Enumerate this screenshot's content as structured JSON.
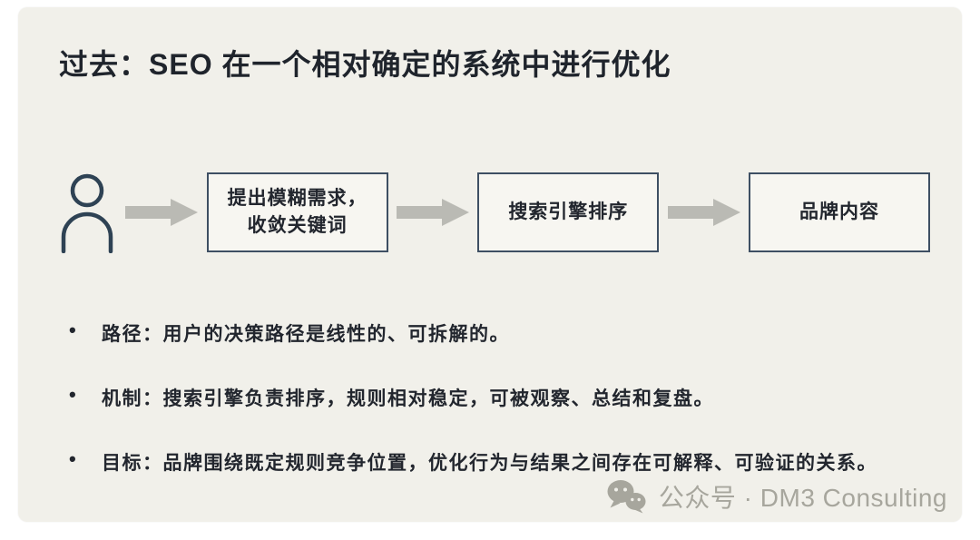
{
  "slide": {
    "title": "过去：SEO 在一个相对确定的系统中进行优化",
    "bullet_char": "•",
    "flow": {
      "steps": [
        {
          "lines": [
            "提出模糊需求，",
            "收敛关键词"
          ]
        },
        {
          "lines": [
            "搜索引擎排序"
          ]
        },
        {
          "lines": [
            "品牌内容"
          ]
        }
      ]
    },
    "bullets": [
      "路径：用户的决策路径是线性的、可拆解的。",
      "机制：搜索引擎负责排序，规则相对稳定，可被观察、总结和复盘。",
      "目标：品牌围绕既定规则竞争位置，优化行为与结果之间存在可解释、可验证的关系。"
    ],
    "watermark": {
      "text": "公众号 · DM3 Consulting"
    },
    "colors": {
      "outer_bg": "#ffffff",
      "card_bg": "#f1f0ea",
      "title_text": "#1f242c",
      "box_border": "#3e4f63",
      "box_bg": "#f7f6f1",
      "arrow": "#babab4",
      "person_icon": "#2e4254",
      "watermark": "#a7a69d"
    }
  }
}
